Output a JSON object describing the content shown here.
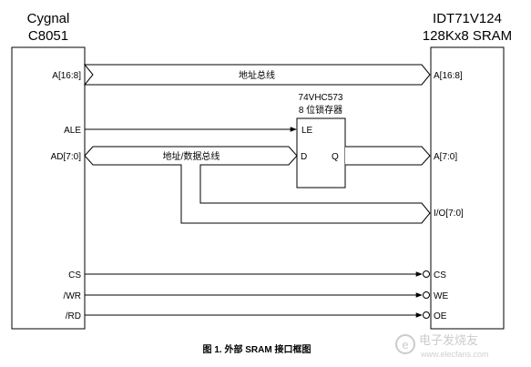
{
  "mcu": {
    "name_line1": "Cygnal",
    "name_line2": "C8051"
  },
  "sram": {
    "name_line1": "IDT71V124",
    "name_line2": "128Kx8 SRAM"
  },
  "latch": {
    "part": "74VHC573",
    "desc": "8 位锁存器",
    "pin_le": "LE",
    "pin_d": "D",
    "pin_q": "Q"
  },
  "mcu_pins": {
    "a_high": "A[16:8]",
    "ale": "ALE",
    "ad": "AD[7:0]",
    "cs": "CS",
    "wr": "/WR",
    "rd": "/RD"
  },
  "sram_pins": {
    "a_high": "A[16:8]",
    "a_low": "A[7:0]",
    "io": "I/O[7:0]",
    "cs": "CS",
    "we": "WE",
    "oe": "OE"
  },
  "bus_labels": {
    "address_bus": "地址总线",
    "addr_data_bus": "地址/数据总线"
  },
  "caption": "图 1. 外部 SRAM 接口框图",
  "watermark": {
    "logo": "e",
    "text": "电子发烧友",
    "url": "www.elecfans.com"
  }
}
